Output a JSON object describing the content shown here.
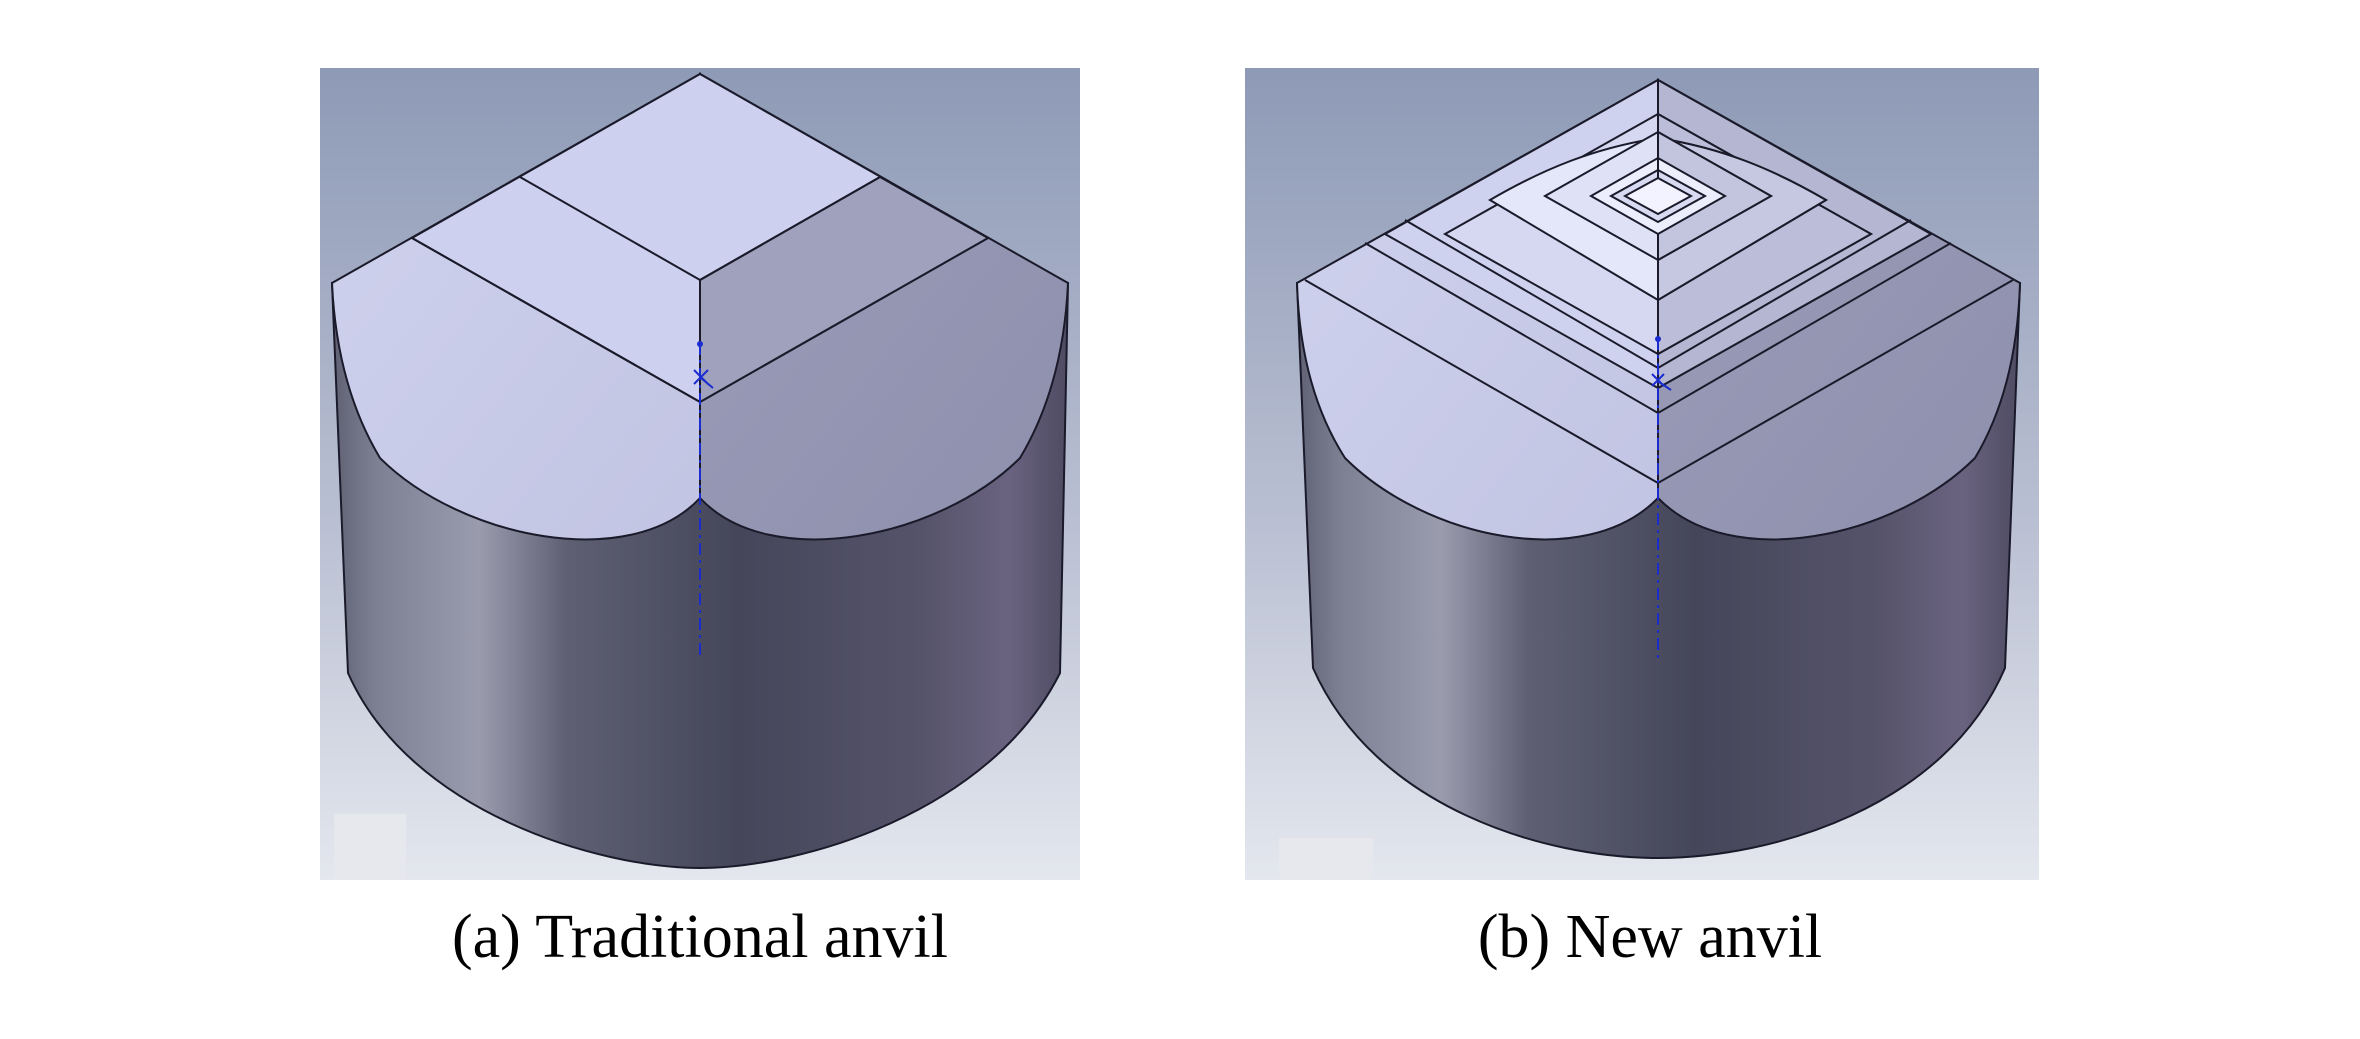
{
  "figure": {
    "panels": [
      {
        "id": "a",
        "caption": "(a) Traditional anvil"
      },
      {
        "id": "b",
        "caption": "(b) New anvil"
      }
    ],
    "colors": {
      "background_top": "#8e9ab6",
      "background_bottom": "#dfe3ec",
      "face_light": "#c8cbe8",
      "face_dark": "#9395b3",
      "body_dark": "#4c4c5e",
      "edge": "#1a1a2a",
      "axis": "#1a2bd0"
    }
  }
}
